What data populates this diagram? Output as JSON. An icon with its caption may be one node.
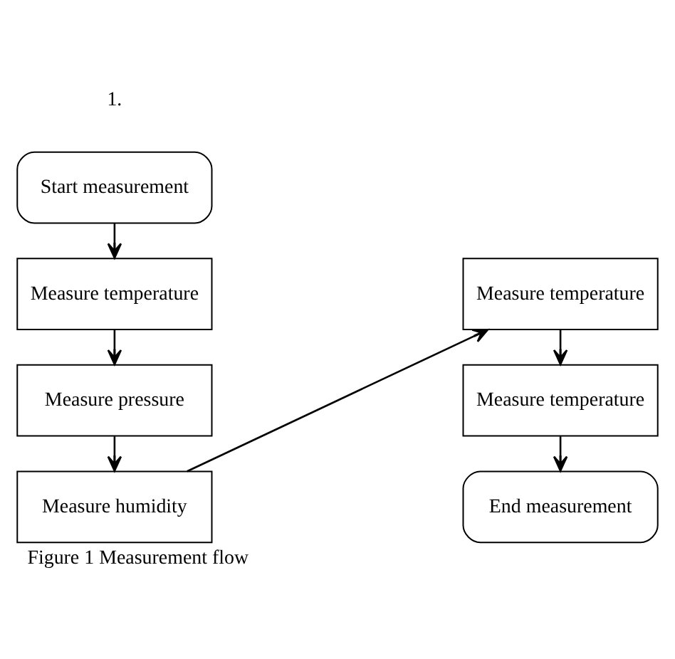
{
  "diagram": {
    "caption": "Figure 1 Measurement flow",
    "nodes": [
      {
        "text": [
          "Start measurement"
        ]
      },
      {
        "text": [
          "Measure temperature"
        ]
      },
      {
        "text": [
          "Measure pressure"
        ]
      },
      {
        "text": [
          "Measure humidity"
        ]
      },
      {
        "text": [
          "Measure temperature"
        ]
      },
      {
        "text": [
          "Measure temperature"
        ]
      },
      {
        "text": [
          "End measurement"
        ]
      }
    ],
    "edges": [
      {
        "from": 0,
        "to": 1,
        "arrow": "to"
      },
      {
        "from": 1,
        "to": 2,
        "arrow": "to"
      },
      {
        "from": 2,
        "to": 3,
        "arrow": "to"
      },
      {
        "from": 3,
        "to": 4,
        "arrow": "to"
      },
      {
        "from": 4,
        "to": 5,
        "arrow": "to"
      },
      {
        "from": 5,
        "to": 6,
        "arrow": "to"
      }
    ],
    "labels": [
      "1."
    ]
  }
}
